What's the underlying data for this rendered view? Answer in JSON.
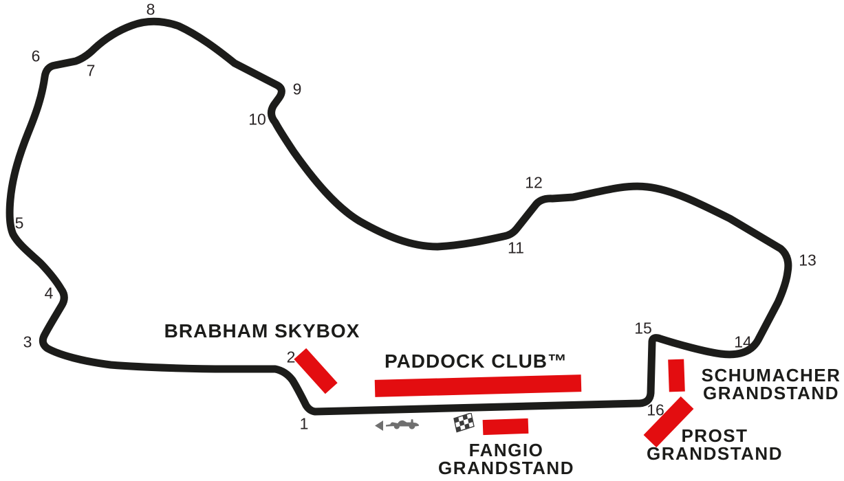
{
  "colors": {
    "track": "#1c1c1a",
    "grandstand_red": "#e30d10",
    "label_text": "#1c1c1a",
    "corner_number_text": "#2a2526",
    "icon_grey": "#6f6f6f"
  },
  "corner_numbers": [
    "1",
    "2",
    "3",
    "4",
    "5",
    "6",
    "7",
    "8",
    "9",
    "10",
    "11",
    "12",
    "13",
    "14",
    "15",
    "16"
  ],
  "labels": {
    "brabham": "BRABHAM SKYBOX",
    "paddock": "PADDOCK CLUB™",
    "schumacher_line1": "SCHUMACHER",
    "schumacher_line2": "GRANDSTAND",
    "prost_line1": "PROST",
    "prost_line2": "GRANDSTAND",
    "fangio_line1": "FANGIO",
    "fangio_line2": "GRANDSTAND"
  },
  "icons": {
    "direction_arrow": "left-arrow-icon",
    "car": "f1-car-icon",
    "flag": "checkered-flag-icon"
  }
}
